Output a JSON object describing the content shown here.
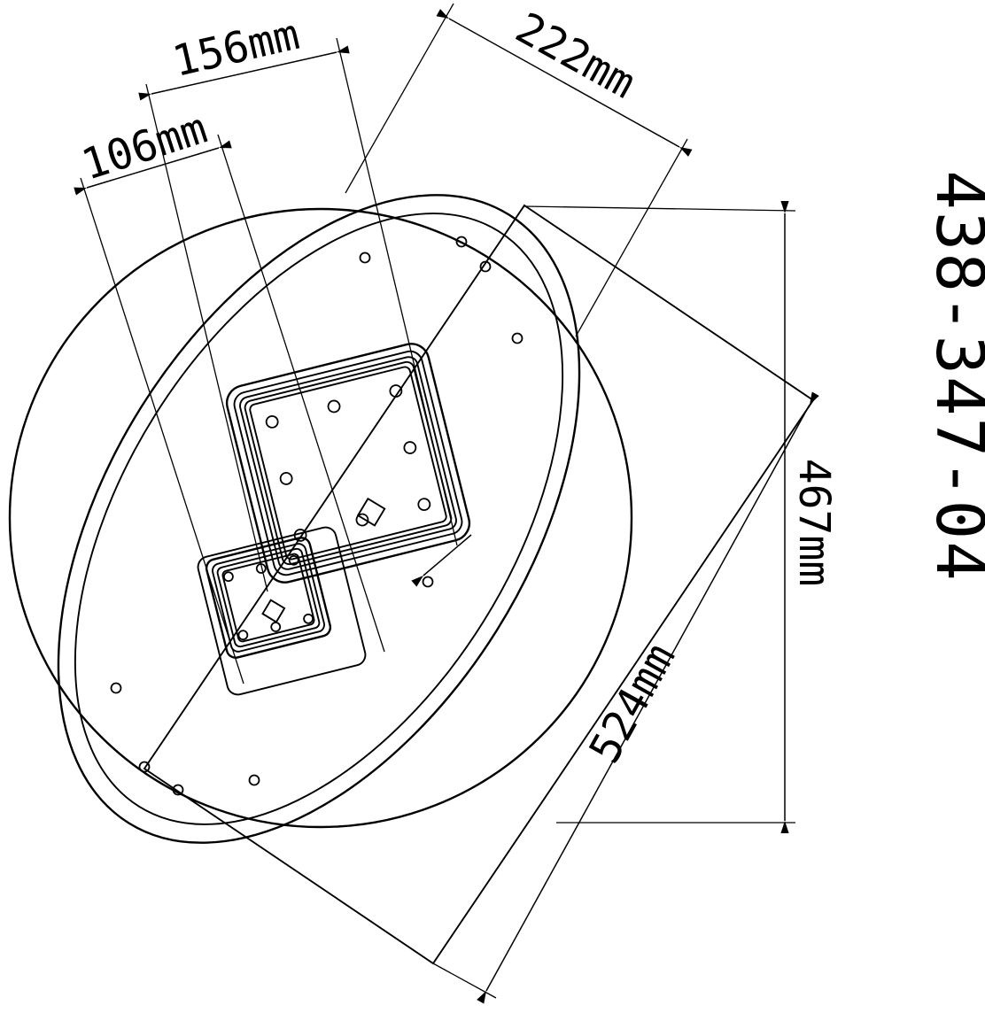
{
  "part": {
    "number": "438-347-04"
  },
  "dimensions": {
    "d222": "222mm",
    "d156": "156mm",
    "d106": "106mm",
    "d467": "467mm",
    "d524": "524mm"
  },
  "colors": {
    "line": "#000000",
    "background": "#ffffff"
  }
}
